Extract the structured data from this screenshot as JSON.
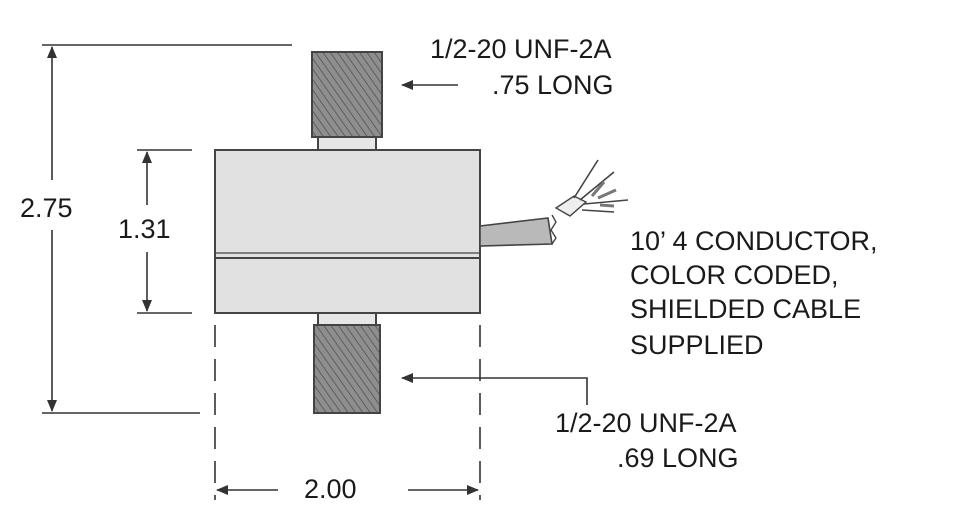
{
  "dimensions": {
    "overall_height": "2.75",
    "body_height": "1.31",
    "body_width": "2.00"
  },
  "top_thread": {
    "line1": "1/2-20 UNF-2A",
    "line2": ".75 LONG"
  },
  "bottom_thread": {
    "line1": "1/2-20 UNF-2A",
    "line2": ".69 LONG"
  },
  "cable_note": {
    "line1": "10’ 4 CONDUCTOR,",
    "line2": "COLOR CODED,",
    "line3": "SHIELDED CABLE",
    "line4": "SUPPLIED"
  },
  "colors": {
    "body_fill": "#e1e1e1",
    "thread_fill": "#8e8e8e",
    "cable_fill": "#b9b9b9",
    "line": "#333333"
  }
}
